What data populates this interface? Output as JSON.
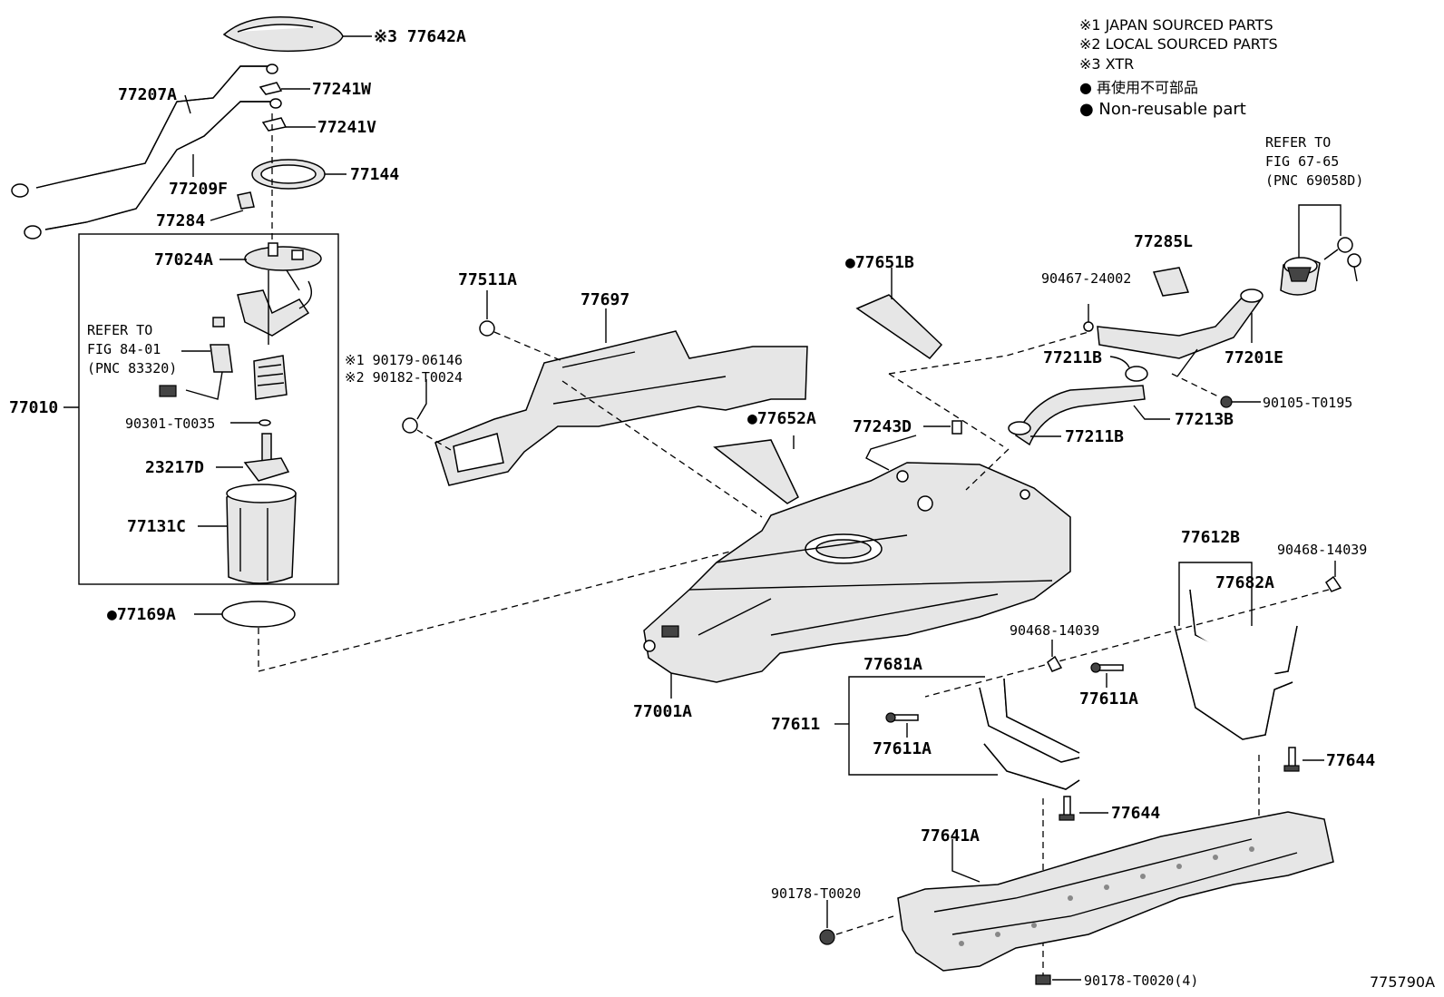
{
  "legend": {
    "l1": "※1 JAPAN SOURCED PARTS",
    "l2": "※2 LOCAL SOURCED PARTS",
    "l3": "※3 XTR",
    "l4": "● 再使用不可部品",
    "l5": "● Non-reusable part"
  },
  "refs": {
    "top_right": [
      "REFER TO",
      "FIG 67-65",
      "(PNC 69058D)"
    ],
    "pump": [
      "REFER TO",
      "FIG 84-01",
      "(PNC 83320)"
    ]
  },
  "labels": {
    "p77642A": "※3 77642A",
    "p77207A": "77207A",
    "p77241W": "77241W",
    "p77241V": "77241V",
    "p77144": "77144",
    "p77209F": "77209F",
    "p77284": "77284",
    "p77024A": "77024A",
    "p77010": "77010",
    "p90301": "90301-T0035",
    "p23217D": "23217D",
    "p77131C": "77131C",
    "p77169A": "●77169A",
    "p77511A": "77511A",
    "p77697": "77697",
    "p90179": "※1 90179-06146",
    "p90182": "※2 90182-T0024",
    "p77651B": "●77651B",
    "p77652A": "●77652A",
    "p77285L": "77285L",
    "p90467": "90467-24002",
    "p77211B_a": "77211B",
    "p77201E": "77201E",
    "p90105": "90105-T0195",
    "p77243D": "77243D",
    "p77213B": "77213B",
    "p77211B_b": "77211B",
    "p77612B": "77612B",
    "p90468_a": "90468-14039",
    "p77682A": "77682A",
    "p90468_b": "90468-14039",
    "p77681A": "77681A",
    "p77611A_a": "77611A",
    "p77611": "77611",
    "p77611A_b": "77611A",
    "p77001A": "77001A",
    "p77644_a": "77644",
    "p77644_b": "77644",
    "p77641A": "77641A",
    "p90178_a": "90178-T0020",
    "p90178_b": "90178-T0020(4)",
    "figure_id": "775790A"
  }
}
